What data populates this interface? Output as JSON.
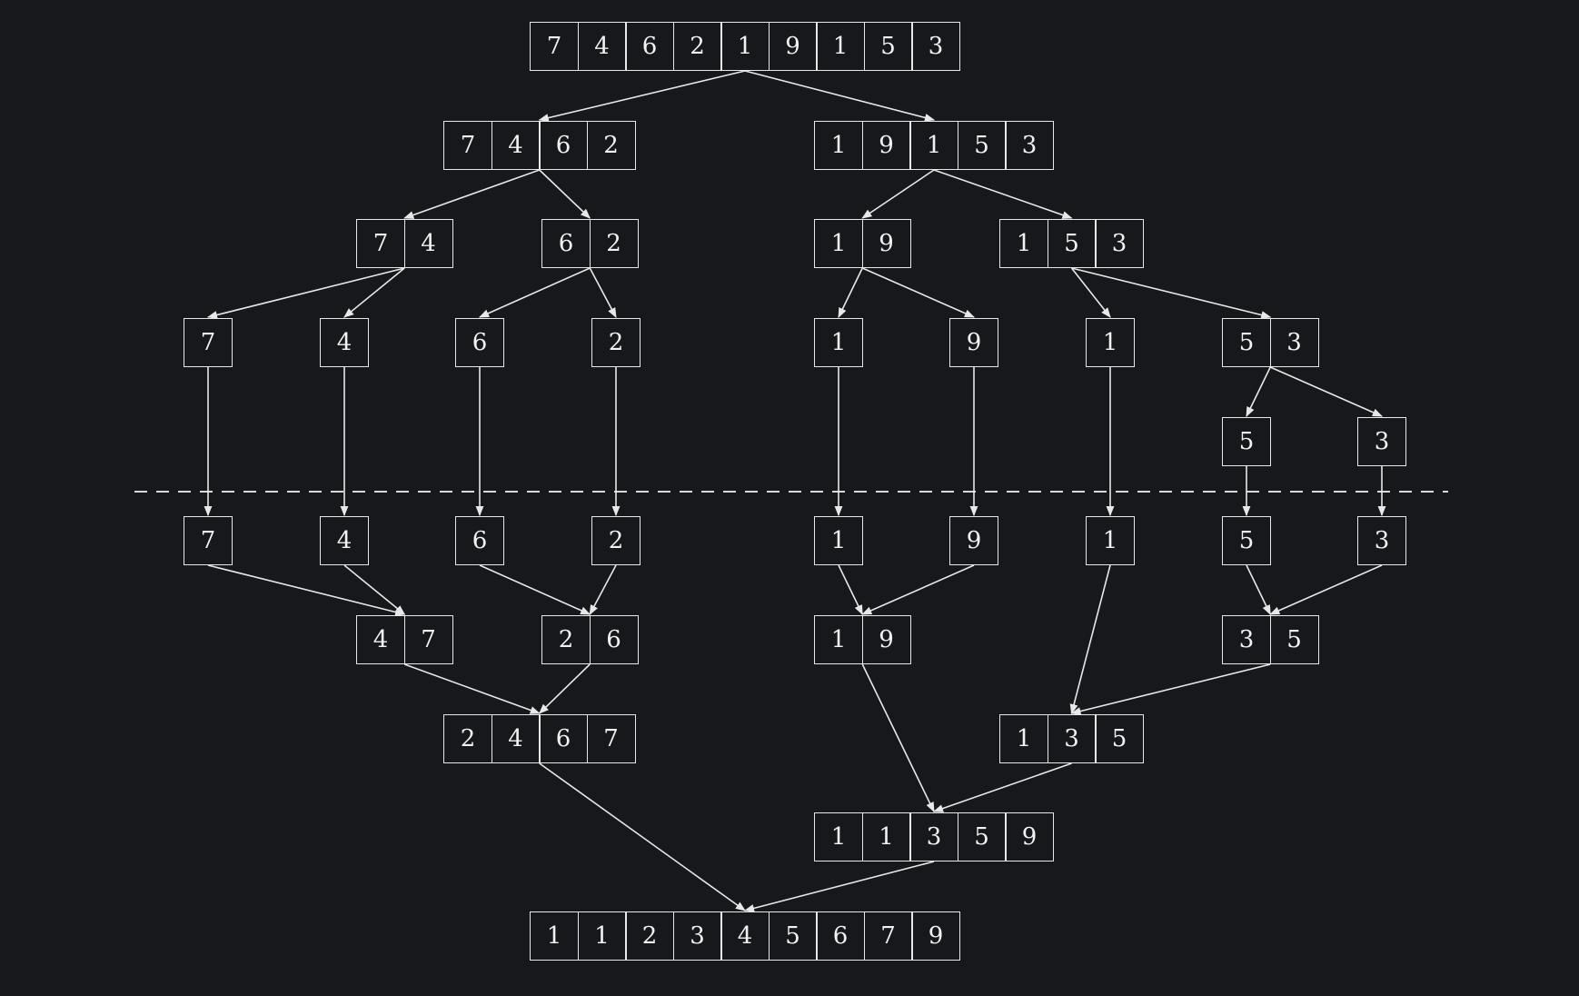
{
  "diagram": {
    "divider_style": "dashed",
    "colors": {
      "background": "#16181b",
      "stroke": "#e8e8e8",
      "text": "#f2f2f2"
    },
    "nodes": [
      {
        "id": "root",
        "values": [
          "7",
          "4",
          "6",
          "2",
          "1",
          "9",
          "1",
          "5",
          "3"
        ]
      },
      {
        "id": "L",
        "values": [
          "7",
          "4",
          "6",
          "2"
        ]
      },
      {
        "id": "R",
        "values": [
          "1",
          "9",
          "1",
          "5",
          "3"
        ]
      },
      {
        "id": "LL",
        "values": [
          "7",
          "4"
        ]
      },
      {
        "id": "LR",
        "values": [
          "6",
          "2"
        ]
      },
      {
        "id": "RL",
        "values": [
          "1",
          "9"
        ]
      },
      {
        "id": "RR",
        "values": [
          "1",
          "5",
          "3"
        ]
      },
      {
        "id": "s7",
        "values": [
          "7"
        ]
      },
      {
        "id": "s4",
        "values": [
          "4"
        ]
      },
      {
        "id": "s6",
        "values": [
          "6"
        ]
      },
      {
        "id": "s2",
        "values": [
          "2"
        ]
      },
      {
        "id": "s1a",
        "values": [
          "1"
        ]
      },
      {
        "id": "s9",
        "values": [
          "9"
        ]
      },
      {
        "id": "s1b",
        "values": [
          "1"
        ]
      },
      {
        "id": "s53",
        "values": [
          "5",
          "3"
        ]
      },
      {
        "id": "s5",
        "values": [
          "5"
        ]
      },
      {
        "id": "s3",
        "values": [
          "3"
        ]
      },
      {
        "id": "m7",
        "values": [
          "7"
        ]
      },
      {
        "id": "m4",
        "values": [
          "4"
        ]
      },
      {
        "id": "m6",
        "values": [
          "6"
        ]
      },
      {
        "id": "m2",
        "values": [
          "2"
        ]
      },
      {
        "id": "m1a",
        "values": [
          "1"
        ]
      },
      {
        "id": "m9",
        "values": [
          "9"
        ]
      },
      {
        "id": "m1b",
        "values": [
          "1"
        ]
      },
      {
        "id": "m5",
        "values": [
          "5"
        ]
      },
      {
        "id": "m3",
        "values": [
          "3"
        ]
      },
      {
        "id": "m47",
        "values": [
          "4",
          "7"
        ]
      },
      {
        "id": "m26",
        "values": [
          "2",
          "6"
        ]
      },
      {
        "id": "m19",
        "values": [
          "1",
          "9"
        ]
      },
      {
        "id": "m35",
        "values": [
          "3",
          "5"
        ]
      },
      {
        "id": "m2467",
        "values": [
          "2",
          "4",
          "6",
          "7"
        ]
      },
      {
        "id": "m135",
        "values": [
          "1",
          "3",
          "5"
        ]
      },
      {
        "id": "m11359",
        "values": [
          "1",
          "1",
          "3",
          "5",
          "9"
        ]
      },
      {
        "id": "final",
        "values": [
          "1",
          "1",
          "2",
          "3",
          "4",
          "5",
          "6",
          "7",
          "9"
        ]
      }
    ],
    "edges": [
      [
        "root",
        "L"
      ],
      [
        "root",
        "R"
      ],
      [
        "L",
        "LL"
      ],
      [
        "L",
        "LR"
      ],
      [
        "R",
        "RL"
      ],
      [
        "R",
        "RR"
      ],
      [
        "LL",
        "s7"
      ],
      [
        "LL",
        "s4"
      ],
      [
        "LR",
        "s6"
      ],
      [
        "LR",
        "s2"
      ],
      [
        "RL",
        "s1a"
      ],
      [
        "RL",
        "s9"
      ],
      [
        "RR",
        "s1b"
      ],
      [
        "RR",
        "s53"
      ],
      [
        "s53",
        "s5"
      ],
      [
        "s53",
        "s3"
      ],
      [
        "s7",
        "m7"
      ],
      [
        "s4",
        "m4"
      ],
      [
        "s6",
        "m6"
      ],
      [
        "s2",
        "m2"
      ],
      [
        "s1a",
        "m1a"
      ],
      [
        "s9",
        "m9"
      ],
      [
        "s1b",
        "m1b"
      ],
      [
        "s5",
        "m5"
      ],
      [
        "s3",
        "m3"
      ],
      [
        "m7",
        "m47"
      ],
      [
        "m4",
        "m47"
      ],
      [
        "m6",
        "m26"
      ],
      [
        "m2",
        "m26"
      ],
      [
        "m1a",
        "m19"
      ],
      [
        "m9",
        "m19"
      ],
      [
        "m5",
        "m35"
      ],
      [
        "m3",
        "m35"
      ],
      [
        "m47",
        "m2467"
      ],
      [
        "m26",
        "m2467"
      ],
      [
        "m1b",
        "m135"
      ],
      [
        "m35",
        "m135"
      ],
      [
        "m19",
        "m11359"
      ],
      [
        "m135",
        "m11359"
      ],
      [
        "m2467",
        "final"
      ],
      [
        "m11359",
        "final"
      ]
    ]
  }
}
